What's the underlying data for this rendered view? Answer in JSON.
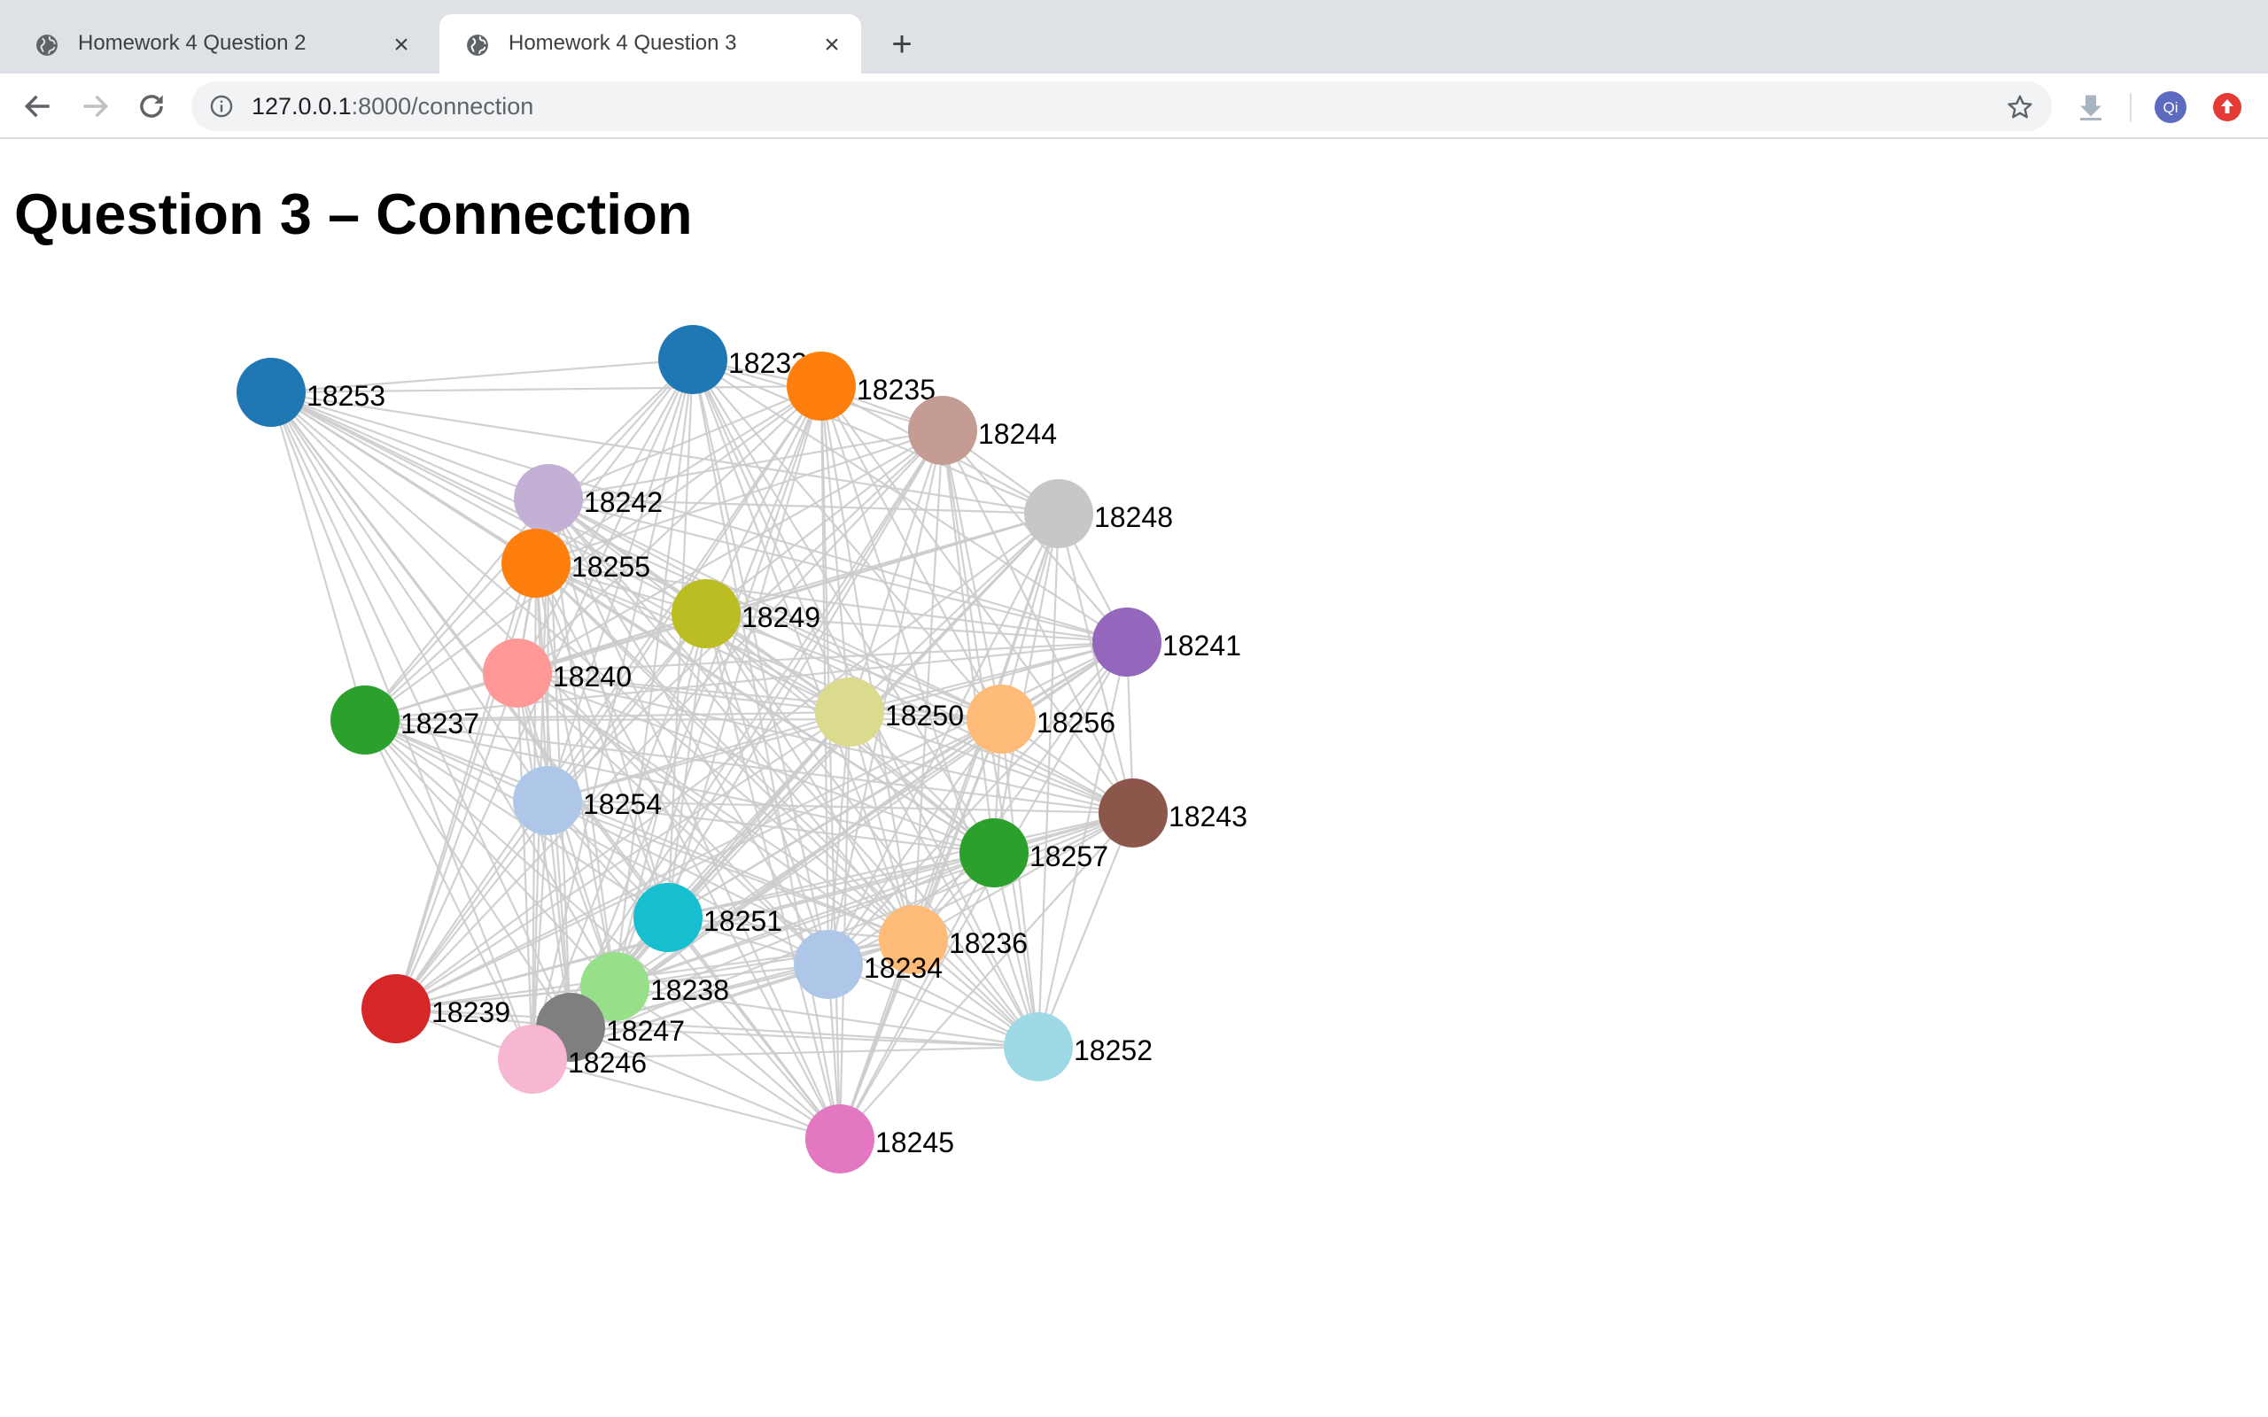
{
  "tabs": [
    {
      "title": "Homework 4 Question 2",
      "active": false,
      "icon": "globe-icon"
    },
    {
      "title": "Homework 4 Question 3",
      "active": true,
      "icon": "globe-icon"
    }
  ],
  "toolbar": {
    "url_host": "127.0.0.1",
    "url_path": ":8000/connection",
    "profile_initials": "Qi"
  },
  "page": {
    "title": "Question 3 – Connection"
  },
  "graph": {
    "edge_color": "#cccccc",
    "nodes": [
      {
        "id": "18233",
        "color": "#1f77b4"
      },
      {
        "id": "18235",
        "color": "#ff7f0e"
      },
      {
        "id": "18244",
        "color": "#c49c94"
      },
      {
        "id": "18253",
        "color": "#1f77b4"
      },
      {
        "id": "18242",
        "color": "#c5b0d5"
      },
      {
        "id": "18248",
        "color": "#c7c7c7"
      },
      {
        "id": "18255",
        "color": "#ff7f0e"
      },
      {
        "id": "18249",
        "color": "#bcbd22"
      },
      {
        "id": "18241",
        "color": "#9467bd"
      },
      {
        "id": "18240",
        "color": "#ff9896"
      },
      {
        "id": "18237",
        "color": "#2ca02c"
      },
      {
        "id": "18250",
        "color": "#dbdb8d"
      },
      {
        "id": "18256",
        "color": "#ffbb78"
      },
      {
        "id": "18254",
        "color": "#aec7e8"
      },
      {
        "id": "18243",
        "color": "#8c564b"
      },
      {
        "id": "18257",
        "color": "#2ca02c"
      },
      {
        "id": "18239",
        "color": "#d62728"
      },
      {
        "id": "18251",
        "color": "#17becf"
      },
      {
        "id": "18236",
        "color": "#ffbb78"
      },
      {
        "id": "18234",
        "color": "#aec7e8"
      },
      {
        "id": "18238",
        "color": "#98df8a"
      },
      {
        "id": "18247",
        "color": "#7f7f7f"
      },
      {
        "id": "18246",
        "color": "#f7b6d2"
      },
      {
        "id": "18252",
        "color": "#9edae5"
      },
      {
        "id": "18245",
        "color": "#e377c2"
      }
    ]
  }
}
